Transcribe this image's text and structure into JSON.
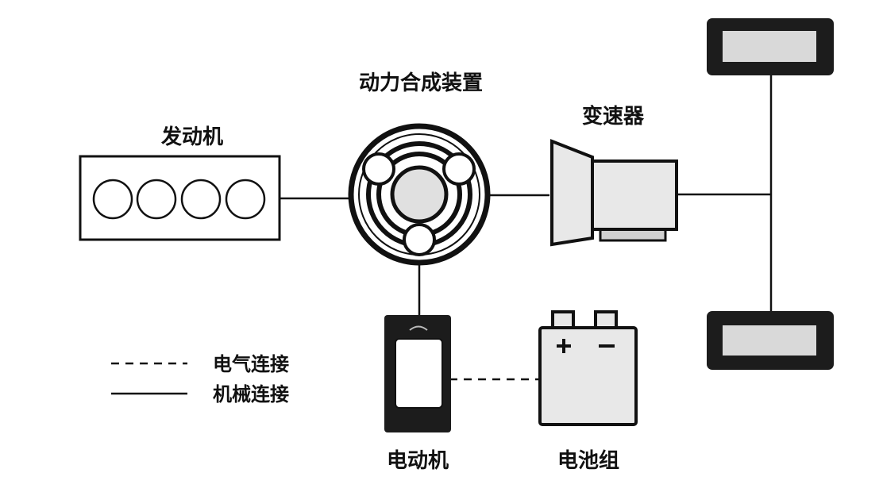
{
  "labels": {
    "engine": "发动机",
    "power_split": "动力合成装置",
    "transmission": "变速器",
    "motor": "电动机",
    "battery": "电池组"
  },
  "legend": {
    "electrical": "电气连接",
    "mechanical": "机械连接"
  },
  "colors": {
    "ink": "#111111",
    "light_fill": "#e8e8e8",
    "medium_fill": "#d6d6d6",
    "dark_fill": "#1c1c1c"
  }
}
